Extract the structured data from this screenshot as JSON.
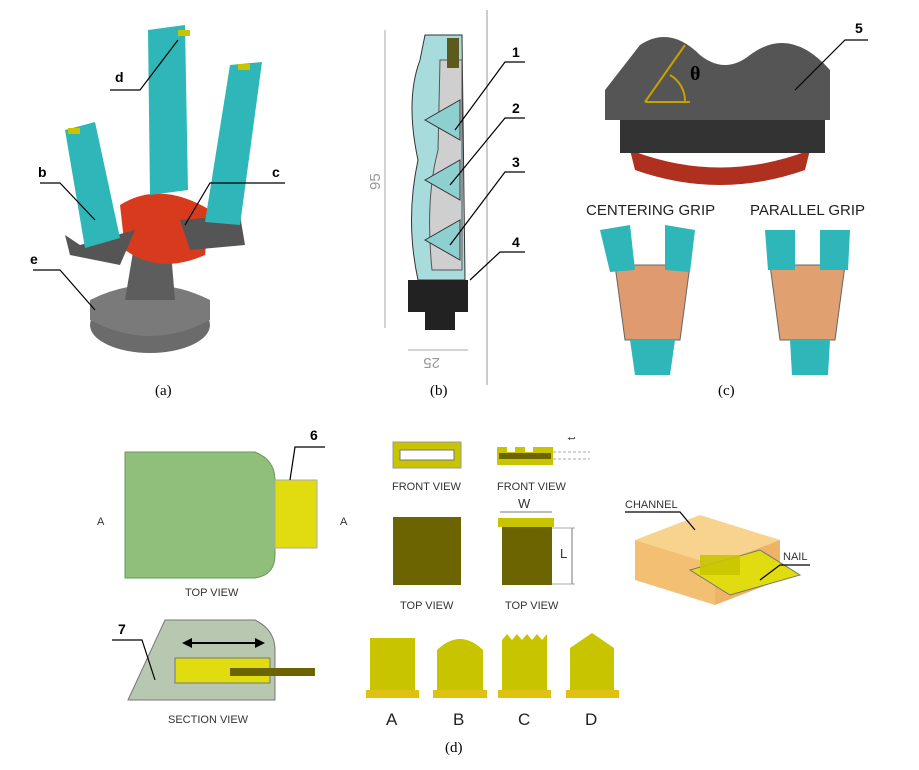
{
  "captions": {
    "a": "(a)",
    "b": "(b)",
    "c": "(c)",
    "d": "(d)"
  },
  "panel_a": {
    "labels": [
      "b",
      "c",
      "d",
      "e"
    ]
  },
  "panel_b": {
    "labels": [
      "1",
      "2",
      "3",
      "4"
    ],
    "height_dim": "95",
    "width_dim": "25"
  },
  "panel_c": {
    "label": "5",
    "angle_symbol": "θ",
    "grip_1": "CENTERING GRIP",
    "grip_2": "PARALLEL GRIP"
  },
  "panel_d": {
    "label_6": "6",
    "label_7": "7",
    "section_marker": "A",
    "top_view": "TOP VIEW",
    "section_view": "SECTION VIEW",
    "front_view": "FRONT VIEW",
    "thickness_dim": "t",
    "width_dim": "W",
    "length_dim": "L",
    "channel": "CHANNEL",
    "nail": "NAIL",
    "tip_variants": [
      "A",
      "B",
      "C",
      "D"
    ]
  },
  "colors": {
    "finger": "#2fb6b8",
    "palm": "#d83a1e",
    "base": "#6b6b6b",
    "nail": "#c9c400",
    "nail_dark": "#6b6400",
    "pad": "#8fbf7a"
  }
}
